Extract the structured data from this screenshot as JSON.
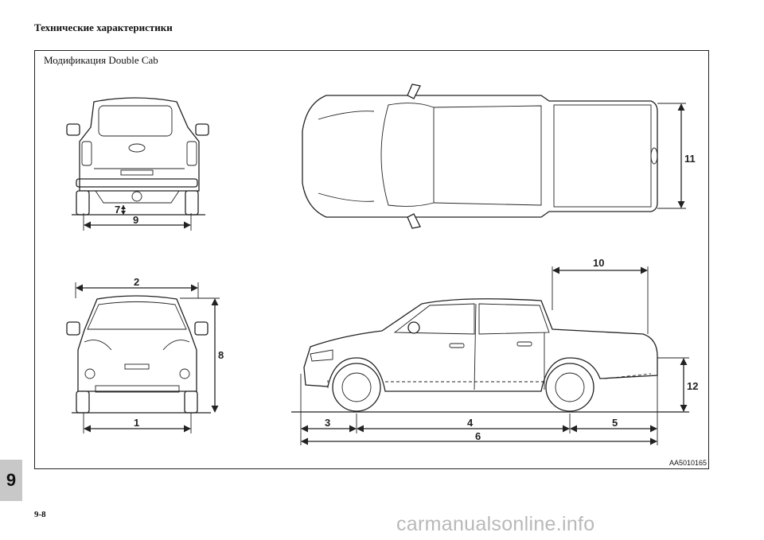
{
  "header": {
    "title": "Технические характеристики"
  },
  "figure": {
    "caption": "Модификация Double Cab",
    "image_code": "AA5010165",
    "dimension_labels": [
      "1",
      "2",
      "3",
      "4",
      "5",
      "6",
      "7",
      "8",
      "9",
      "10",
      "11",
      "12"
    ]
  },
  "chapter_tab": "9",
  "page_number": "9-8",
  "watermark": "carmanualsonline.info"
}
